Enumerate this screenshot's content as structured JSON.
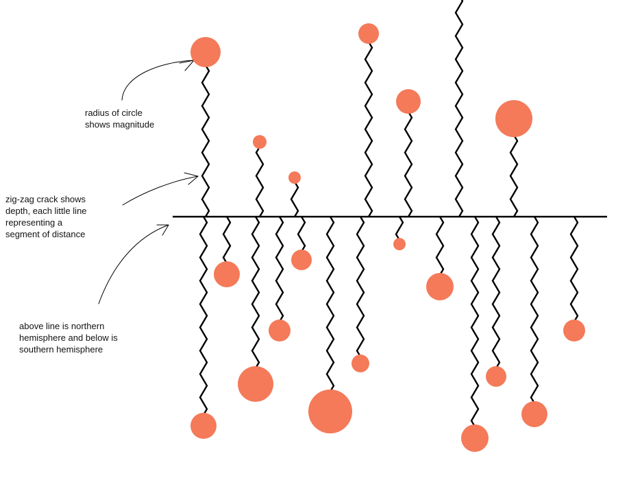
{
  "annotations": {
    "radius": "radius of circle\nshows magnitude",
    "crack": "zig-zag crack shows\ndepth,  each little line\nrepresenting a\nsegment of distance",
    "hemisphere": "above line is northern\nhemisphere and below is\nsouthern hemisphere"
  },
  "colors": {
    "circle": "#f47a59",
    "line": "#000000"
  },
  "legend_scheme": {
    "circle_radius": "magnitude",
    "zigzag_length": "depth",
    "above_line": "northern hemisphere",
    "below_line": "southern hemisphere"
  },
  "events": [
    {
      "hemisphere": "north",
      "depth_segments": 13,
      "radius": 22,
      "color_index": 0
    },
    {
      "hemisphere": "north",
      "depth_segments": 6,
      "radius": 10
    },
    {
      "hemisphere": "north",
      "depth_segments": 3,
      "radius": 9
    },
    {
      "hemisphere": "north",
      "depth_segments": 15,
      "radius": 15
    },
    {
      "hemisphere": "north",
      "depth_segments": 9,
      "radius": 18
    },
    {
      "hemisphere": "north",
      "depth_segments": 19,
      "radius": 0
    },
    {
      "hemisphere": "north",
      "depth_segments": 7,
      "radius": 27
    },
    {
      "hemisphere": "south",
      "depth_segments": 17,
      "radius": 19
    },
    {
      "hemisphere": "south",
      "depth_segments": 4,
      "radius": 19
    },
    {
      "hemisphere": "south",
      "depth_segments": 13,
      "radius": 26
    },
    {
      "hemisphere": "south",
      "depth_segments": 9,
      "radius": 16
    },
    {
      "hemisphere": "south",
      "depth_segments": 3,
      "radius": 15
    },
    {
      "hemisphere": "south",
      "depth_segments": 15,
      "radius": 32
    },
    {
      "hemisphere": "south",
      "depth_segments": 12,
      "radius": 13
    },
    {
      "hemisphere": "south",
      "depth_segments": 2,
      "radius": 9
    },
    {
      "hemisphere": "south",
      "depth_segments": 5,
      "radius": 20
    },
    {
      "hemisphere": "south",
      "depth_segments": 18,
      "radius": 20
    },
    {
      "hemisphere": "south",
      "depth_segments": 13,
      "radius": 15
    },
    {
      "hemisphere": "south",
      "depth_segments": 16,
      "radius": 19
    },
    {
      "hemisphere": "south",
      "depth_segments": 9,
      "radius": 16
    }
  ]
}
